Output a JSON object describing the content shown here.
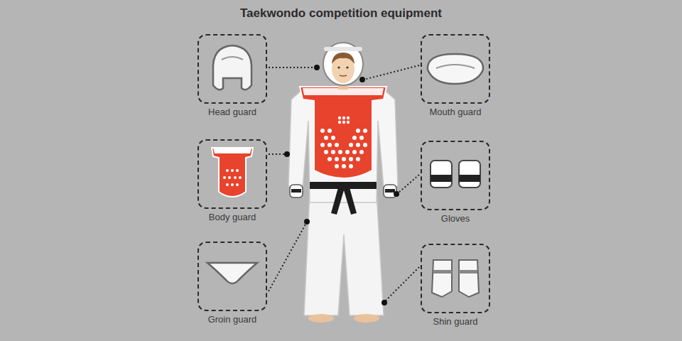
{
  "diagram": {
    "title": "Taekwondo competition equipment",
    "nodes": [
      {
        "text": [
          "Head guard"
        ]
      },
      {
        "text": [
          "Mouth guard"
        ]
      },
      {
        "text": [
          "Body guard"
        ]
      },
      {
        "text": [
          "Gloves"
        ]
      },
      {
        "text": [
          "Groin guard"
        ]
      },
      {
        "text": [
          "Shin guard"
        ]
      }
    ]
  }
}
